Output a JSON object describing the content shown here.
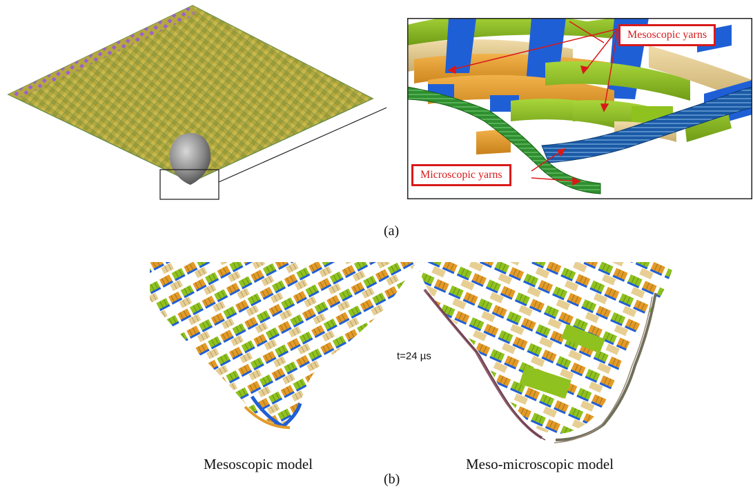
{
  "panel_a": {
    "callout_meso": "Mesoscopic yarns",
    "callout_micro": "Microscopic yarns",
    "caption": "(a)"
  },
  "panel_b": {
    "time_label": "t=24 µs",
    "left_model": "Mesoscopic model",
    "right_model": "Meso-microscopic model",
    "caption": "(b)"
  },
  "colors": {
    "yarn_blue": "#1f5fd6",
    "yarn_orange": "#e49a27",
    "yarn_green": "#8fc21f",
    "yarn_beige": "#e7cf93",
    "micro_green": "#2f8f2f",
    "micro_blue": "#1b5aa5",
    "callout_red": "#d91919",
    "projectile_gray": "#8a8a8a",
    "fabric_purple": "#9b5fd1"
  }
}
